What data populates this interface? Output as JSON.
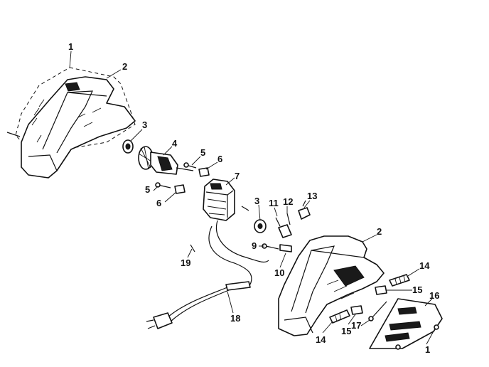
{
  "callouts": {
    "c1a": "1",
    "c2a": "2",
    "c3a": "3",
    "c4": "4",
    "c5a": "5",
    "c6a": "6",
    "c5b": "5",
    "c6b": "6",
    "c7": "7",
    "c3b": "3",
    "c11": "11",
    "c12": "12",
    "c13": "13",
    "c2b": "2",
    "c9": "9",
    "c10": "10",
    "c19": "19",
    "c18": "18",
    "c14a": "14",
    "c15a": "15",
    "c16": "16",
    "c17": "17",
    "c14b": "14",
    "c15b": "15",
    "c1b": "1"
  }
}
